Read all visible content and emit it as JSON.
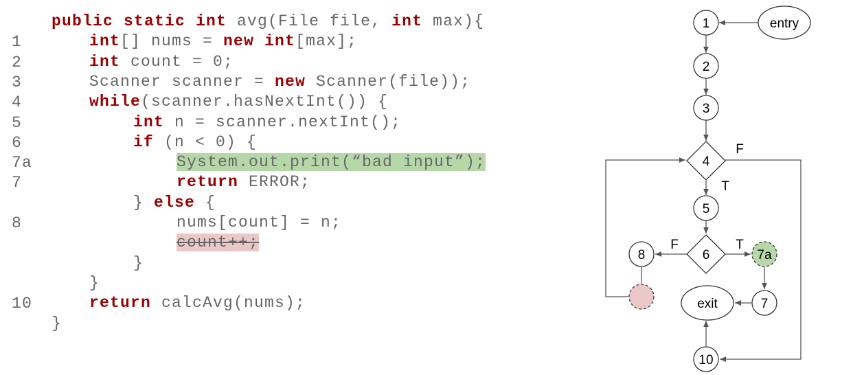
{
  "code": {
    "lines": [
      {
        "num": "",
        "indent": 0,
        "segments": [
          {
            "t": "public static int",
            "k": true
          },
          {
            "t": " avg(File file, "
          },
          {
            "t": "int",
            "k": true
          },
          {
            "t": " max){"
          }
        ]
      },
      {
        "num": "1",
        "indent": 1,
        "segments": [
          {
            "t": "int",
            "k": true
          },
          {
            "t": "[] nums = "
          },
          {
            "t": "new int",
            "k": true
          },
          {
            "t": "[max];"
          }
        ]
      },
      {
        "num": "2",
        "indent": 1,
        "segments": [
          {
            "t": "int",
            "k": true
          },
          {
            "t": " count = 0;"
          }
        ]
      },
      {
        "num": "3",
        "indent": 1,
        "segments": [
          {
            "t": "Scanner scanner = "
          },
          {
            "t": "new",
            "k": true
          },
          {
            "t": " Scanner(file));"
          }
        ]
      },
      {
        "num": "4",
        "indent": 1,
        "segments": [
          {
            "t": "while",
            "k": true
          },
          {
            "t": "(scanner.hasNextInt()) {"
          }
        ]
      },
      {
        "num": "5",
        "indent": 2,
        "segments": [
          {
            "t": "int",
            "k": true
          },
          {
            "t": " n = scanner.nextInt();"
          }
        ]
      },
      {
        "num": "6",
        "indent": 2,
        "segments": [
          {
            "t": "if",
            "k": true
          },
          {
            "t": " (n < 0) {"
          }
        ]
      },
      {
        "num": "7a",
        "indent": 3,
        "segments": [
          {
            "t": "System.out.print(“bad input”);",
            "h": "green"
          }
        ]
      },
      {
        "num": "7",
        "indent": 3,
        "segments": [
          {
            "t": "return",
            "k": true
          },
          {
            "t": " ERROR;"
          }
        ]
      },
      {
        "num": "",
        "indent": 2,
        "segments": [
          {
            "t": "} "
          },
          {
            "t": "else",
            "k": true
          },
          {
            "t": " {"
          }
        ]
      },
      {
        "num": "8",
        "indent": 3,
        "segments": [
          {
            "t": "nums[count] = n;"
          }
        ]
      },
      {
        "num": "",
        "indent": 3,
        "segments": [
          {
            "t": "count++;",
            "h": "red"
          }
        ]
      },
      {
        "num": "",
        "indent": 2,
        "segments": [
          {
            "t": "}"
          }
        ]
      },
      {
        "num": "",
        "indent": 1,
        "segments": [
          {
            "t": "}"
          }
        ]
      },
      {
        "num": "10",
        "indent": 1,
        "segments": [
          {
            "t": "return",
            "k": true
          },
          {
            "t": " calcAvg(nums);"
          }
        ]
      },
      {
        "num": "",
        "indent": 0,
        "segments": [
          {
            "t": "}"
          }
        ]
      }
    ]
  },
  "graph": {
    "nodes": {
      "entry": "entry",
      "n1": "1",
      "n2": "2",
      "n3": "3",
      "n4": "4",
      "n5": "5",
      "n6": "6",
      "n7a": "7a",
      "n7": "7",
      "n8": "8",
      "exit": "exit",
      "n10": "10"
    },
    "edge_labels": {
      "n4_false": "F",
      "n4_true": "T",
      "n6_false": "F",
      "n6_true": "T"
    },
    "colors": {
      "added": "#b6d7a8",
      "removed": "#ebc8c8"
    }
  }
}
